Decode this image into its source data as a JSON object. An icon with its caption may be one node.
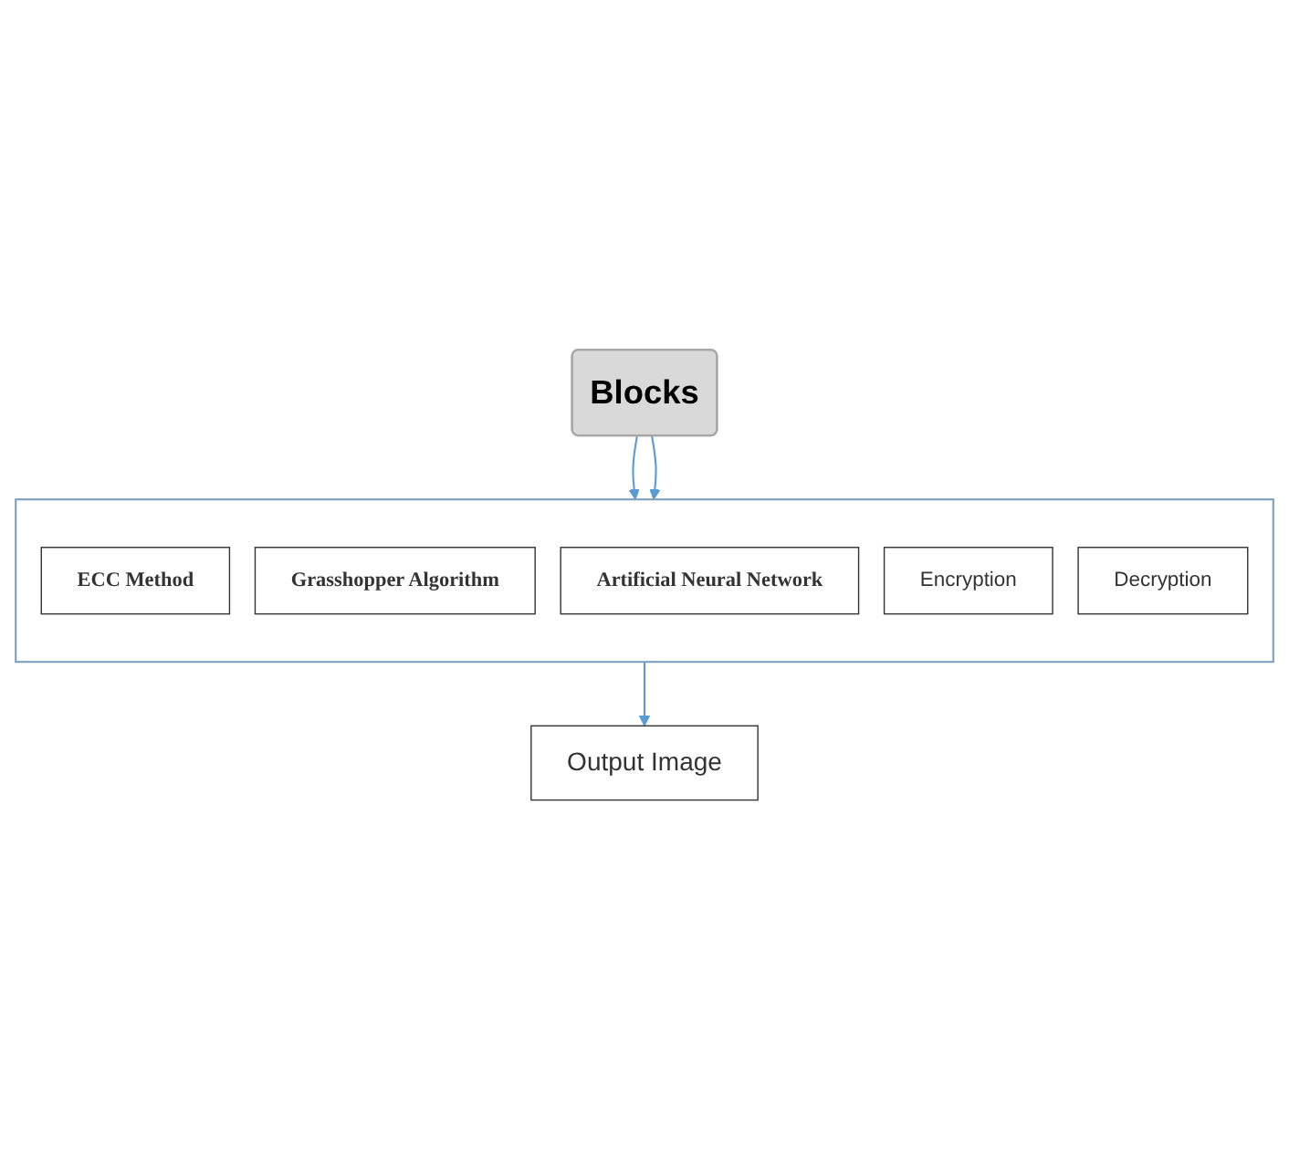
{
  "diagram": {
    "nodes": [
      {
        "text": [
          "Blocks"
        ]
      },
      {
        "text": [],
        "shape": "box"
      },
      {
        "text": [
          "ECC Method"
        ],
        "in": 1
      },
      {
        "text": [
          "Grasshopper Algorithm"
        ],
        "in": 1
      },
      {
        "text": [
          "Artificial Neural Network"
        ],
        "in": 1
      },
      {
        "text": [
          "Encryption"
        ],
        "in": 1
      },
      {
        "text": [
          "Decryption"
        ],
        "in": 1
      },
      {
        "text": [
          "Output Image"
        ]
      }
    ],
    "edges": [
      {
        "from": 0,
        "to": 1,
        "arrow": "to"
      },
      {
        "from": 0,
        "to": 1,
        "arrow": "to"
      },
      {
        "from": 1,
        "to": 7,
        "arrow": "to"
      }
    ]
  }
}
